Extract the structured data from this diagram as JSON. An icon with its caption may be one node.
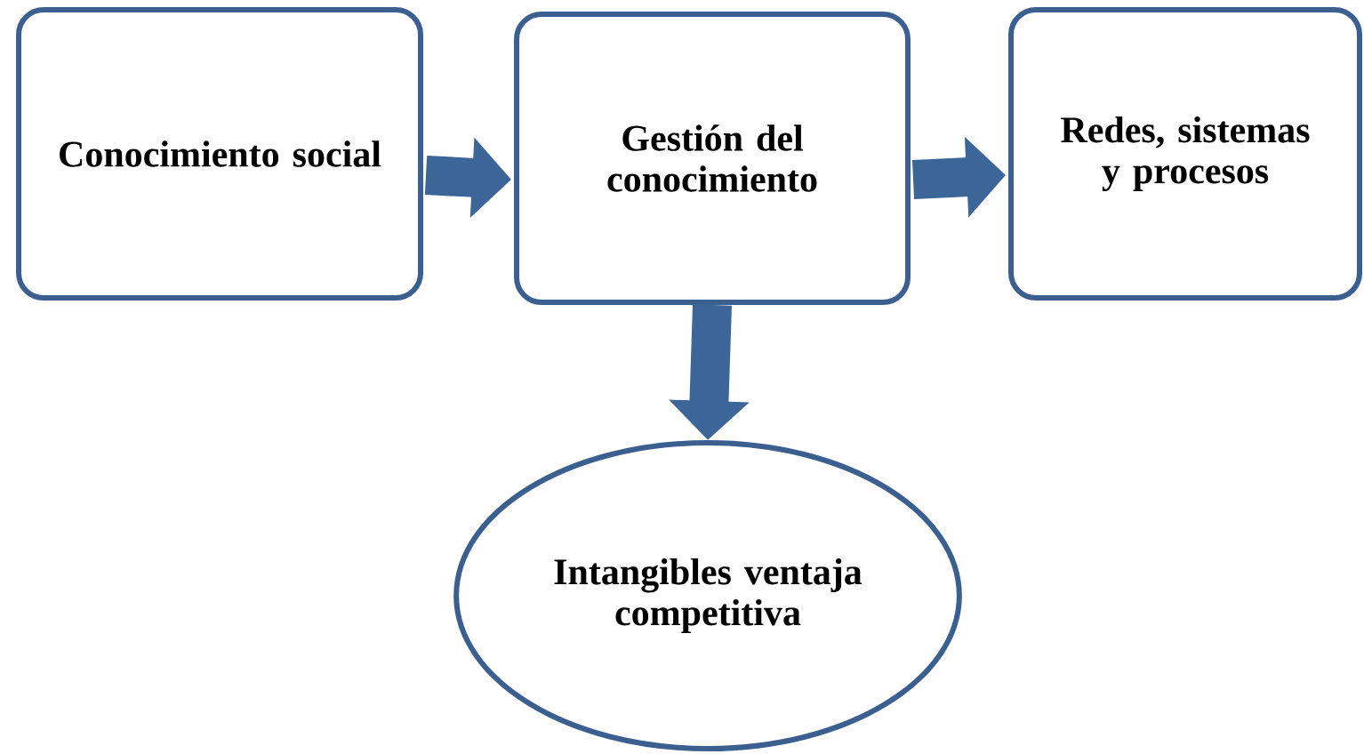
{
  "diagram": {
    "nodes": [
      {
        "text": [
          "Conocimiento social"
        ]
      },
      {
        "text": [
          "Gestión del conocimiento"
        ]
      },
      {
        "text": [
          "Redes, sistemas y procesos"
        ]
      },
      {
        "text": [
          "Intangibles ventaja competitiva"
        ]
      }
    ],
    "edges": [
      {
        "from": 0,
        "to": 1,
        "arrow": "to"
      },
      {
        "from": 1,
        "to": 2,
        "arrow": "to"
      },
      {
        "from": 1,
        "to": 3,
        "arrow": "to"
      }
    ]
  }
}
